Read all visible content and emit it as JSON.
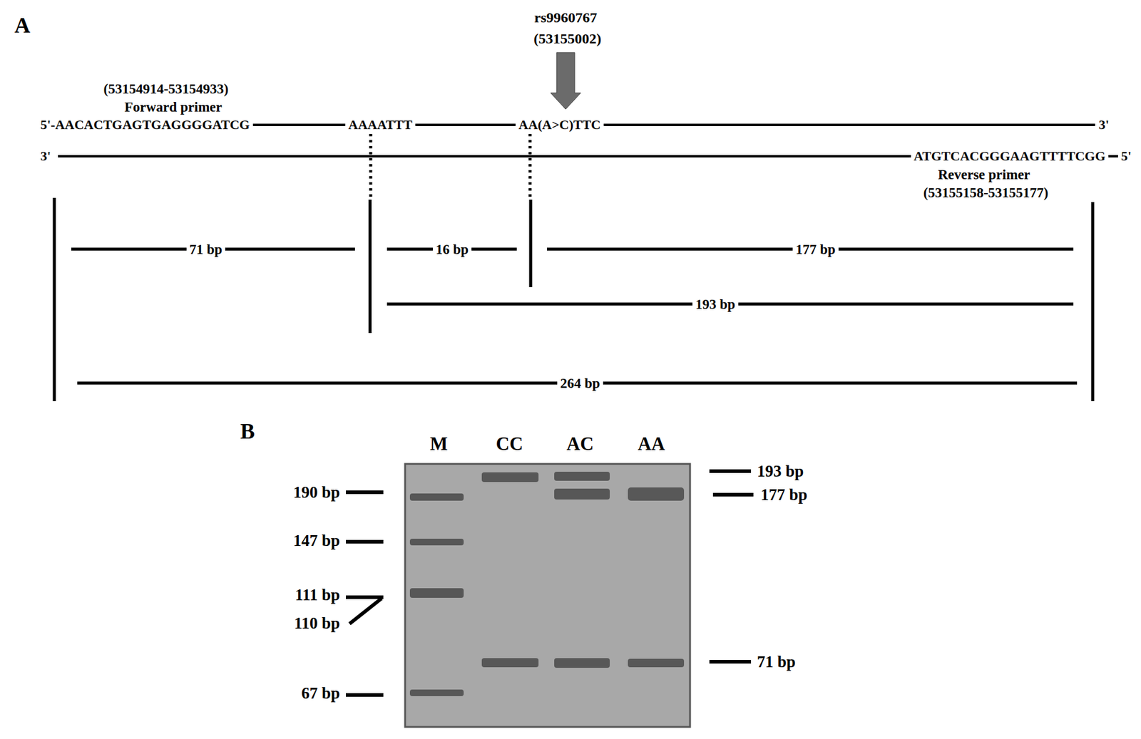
{
  "diagram": {
    "labels": [
      "A",
      "rs9960767",
      "(53155002)",
      "(53154914-53154933)",
      "Forward primer",
      "5'-AACACTGAGTGAGGGGATCG",
      "AAAATTT",
      "AA(A>C)TTC",
      "3'",
      "3'",
      "ATGTCACGGGAAGTTTTCGG",
      "5'",
      "Reverse primer",
      "(53155158-53155177)",
      "71 bp",
      "16 bp",
      "177 bp",
      "193 bp",
      "264 bp",
      "B",
      "M",
      "CC",
      "AC",
      "AA",
      "190 bp",
      "147 bp",
      "111 bp",
      "110 bp",
      "67 bp",
      "193 bp",
      "177 bp",
      "71 bp"
    ]
  }
}
